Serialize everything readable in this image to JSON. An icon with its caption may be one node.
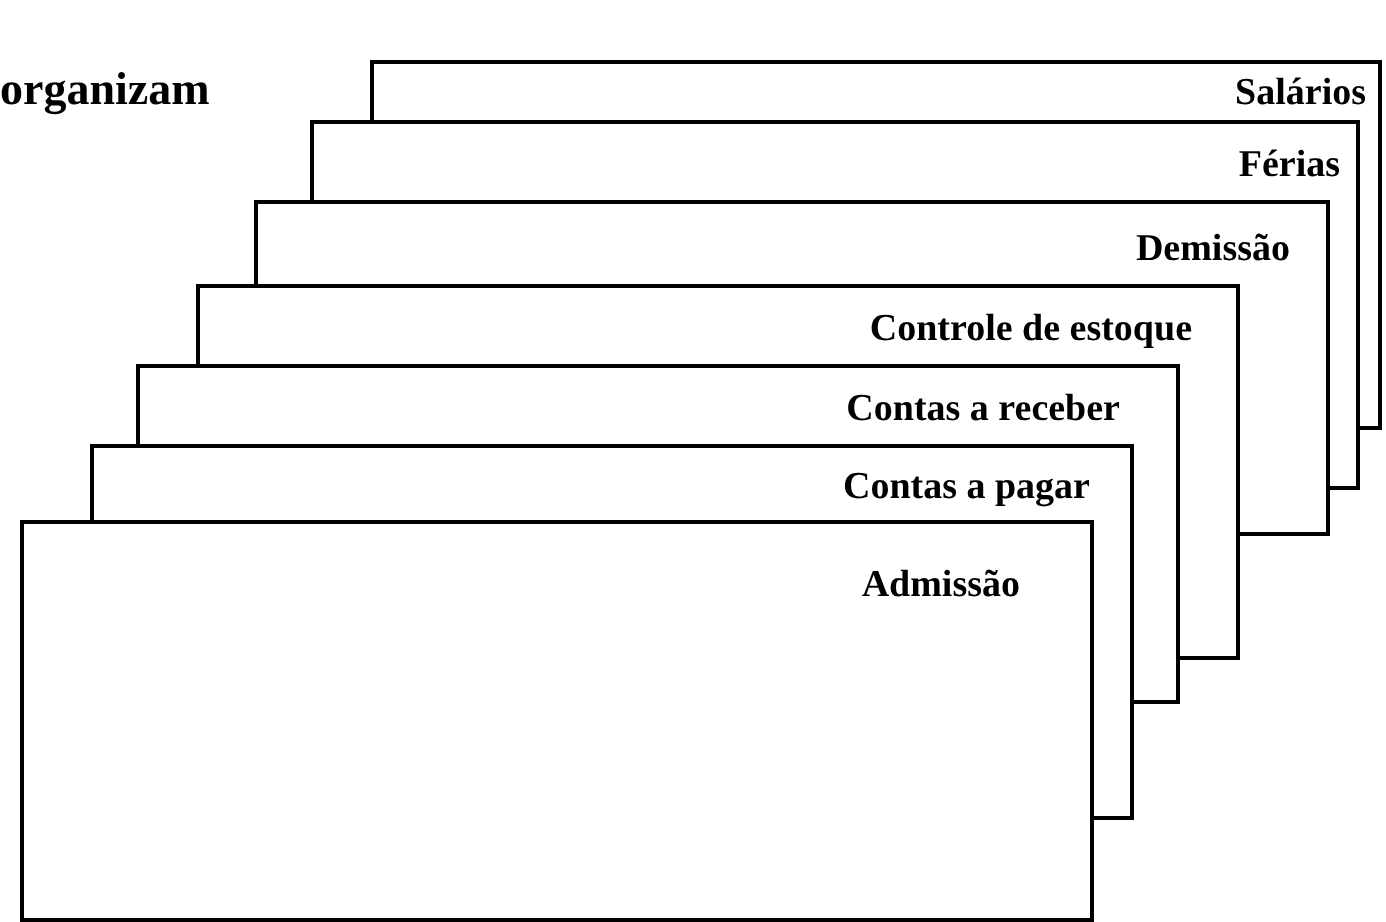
{
  "diagram": {
    "nodes": [
      {
        "text": [
          "Salários"
        ]
      },
      {
        "text": [
          "Férias"
        ]
      },
      {
        "text": [
          "Demissão"
        ]
      },
      {
        "text": [
          "Controle de estoque"
        ]
      },
      {
        "text": [
          "Contas a receber"
        ]
      },
      {
        "text": [
          "Contas a pagar"
        ]
      },
      {
        "text": [
          "Admissão"
        ]
      }
    ],
    "labels": [
      "organizam"
    ]
  }
}
